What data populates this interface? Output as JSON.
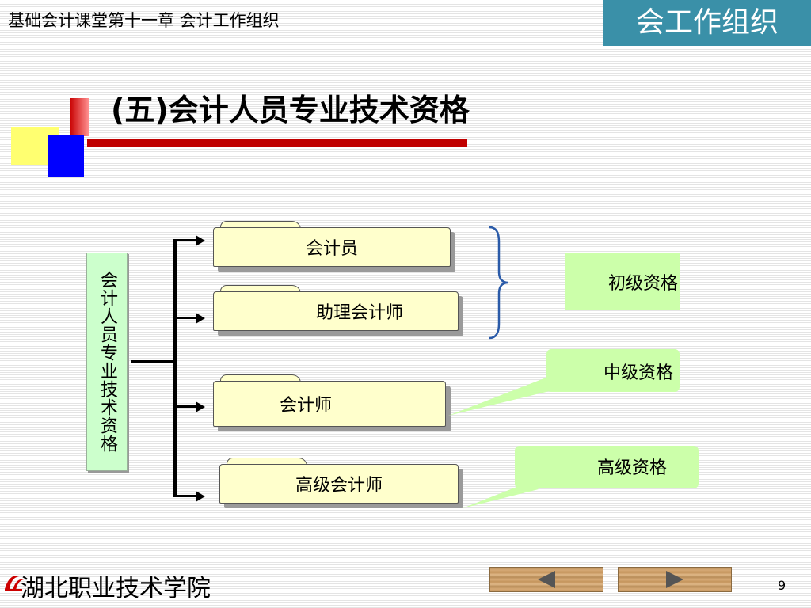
{
  "header": {
    "course_title": "基础会计课堂第十一章  会计工作组织",
    "chapter_tag": "会工作组织"
  },
  "section": {
    "title": "(五)会计人员专业技术资格"
  },
  "diagram": {
    "root_label": "会计人员专业技术资格",
    "positions": [
      {
        "label": "会计员"
      },
      {
        "label": "助理会计师"
      },
      {
        "label": "会计师"
      },
      {
        "label": "高级会计师"
      }
    ],
    "levels": [
      {
        "label": "初级资格"
      },
      {
        "label": "中级资格"
      },
      {
        "label": "高级资格"
      }
    ]
  },
  "footer": {
    "school": "湖北职业技术学院",
    "page_number": "9",
    "prev_icon": "triangle-left-icon",
    "next_icon": "triangle-right-icon"
  }
}
